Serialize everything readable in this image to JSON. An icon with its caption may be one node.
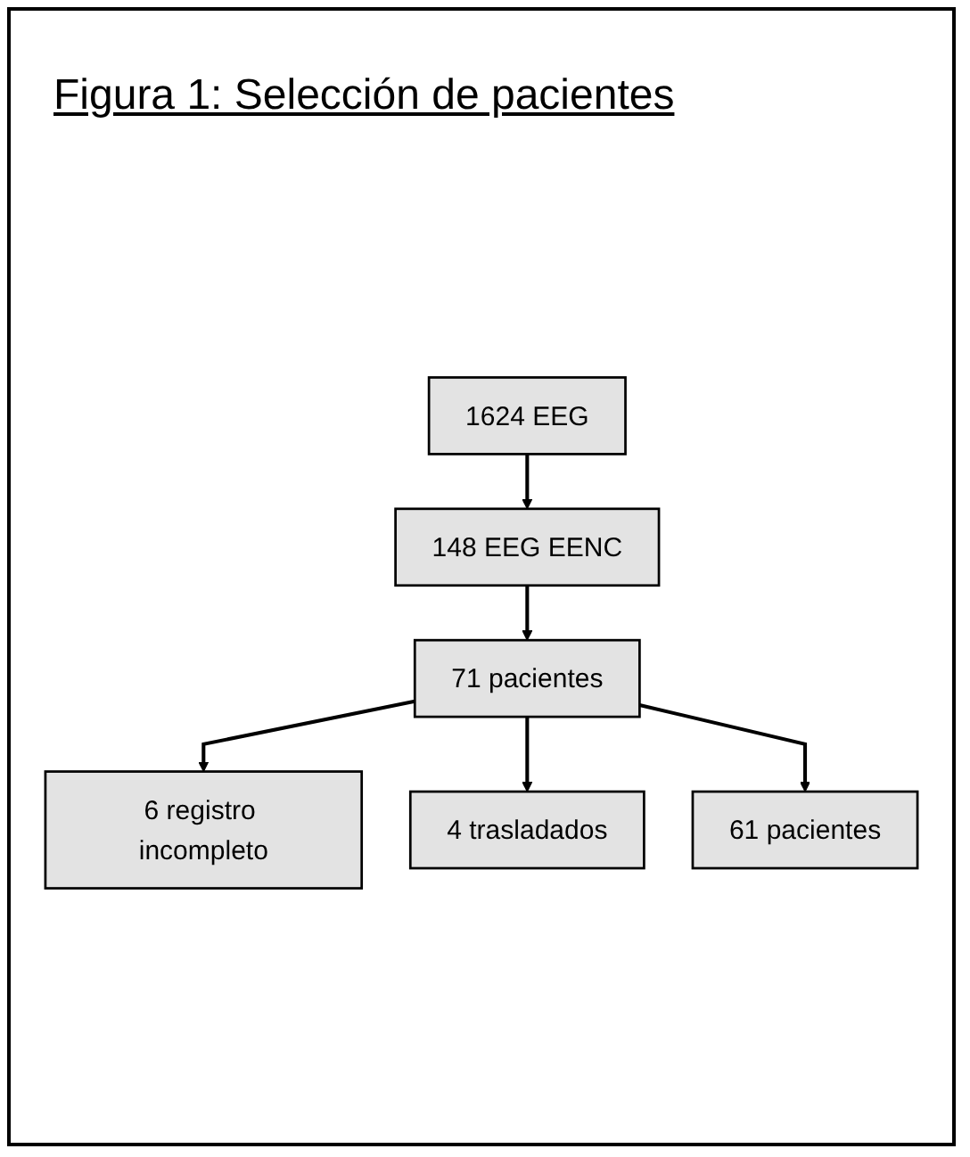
{
  "diagram": {
    "title": "Figura 1: Selección de pacientes",
    "nodes": [
      {
        "text": [
          "1624 EEG"
        ]
      },
      {
        "text": [
          "148 EEG EENC"
        ]
      },
      {
        "text": [
          "71 pacientes"
        ]
      },
      {
        "text": [
          "6 registro incompleto"
        ]
      },
      {
        "text": [
          "4 trasladados"
        ]
      },
      {
        "text": [
          "61 pacientes"
        ]
      }
    ],
    "edges": [
      {
        "from": 0,
        "to": 1,
        "arrow": "to"
      },
      {
        "from": 1,
        "to": 2,
        "arrow": "to"
      },
      {
        "from": 2,
        "to": 3,
        "arrow": "to"
      },
      {
        "from": 2,
        "to": 4,
        "arrow": "to"
      },
      {
        "from": 2,
        "to": 5,
        "arrow": "to"
      }
    ]
  }
}
